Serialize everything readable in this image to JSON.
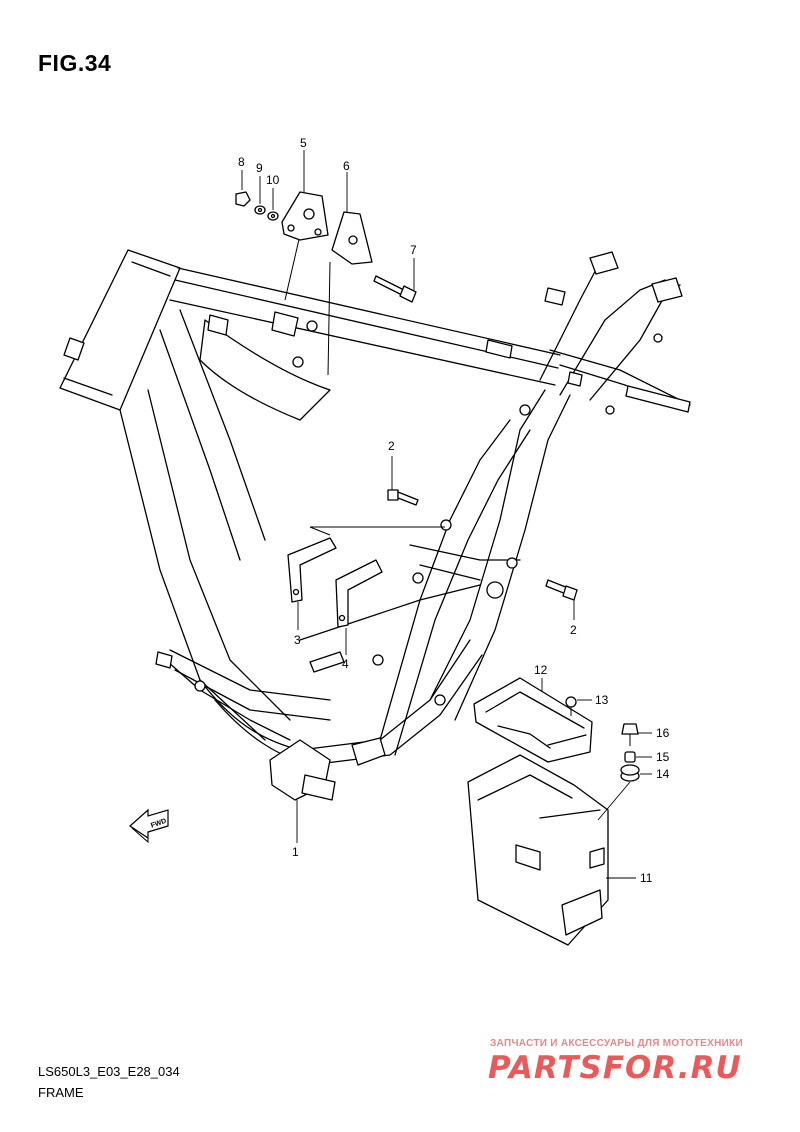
{
  "figure": {
    "title": "FIG.34"
  },
  "callouts": {
    "c1": "1",
    "c2a": "2",
    "c2b": "2",
    "c3": "3",
    "c4": "4",
    "c5": "5",
    "c6": "6",
    "c7": "7",
    "c8": "8",
    "c9": "9",
    "c10": "10",
    "c11": "11",
    "c12": "12",
    "c13": "13",
    "c14": "14",
    "c15": "15",
    "c16": "16"
  },
  "footer": {
    "code": "LS650L3_E03_E28_034",
    "name": "FRAME"
  },
  "watermark": {
    "tagline": "ЗАПЧАСТИ И АКСЕССУАРЫ ДЛЯ МОТОТЕХНИКИ",
    "logo": "PARTSFOR.RU",
    "color": "#ea5a5a"
  },
  "icons": {
    "direction": "fwd-arrow-icon"
  },
  "direction_label": "FWD"
}
